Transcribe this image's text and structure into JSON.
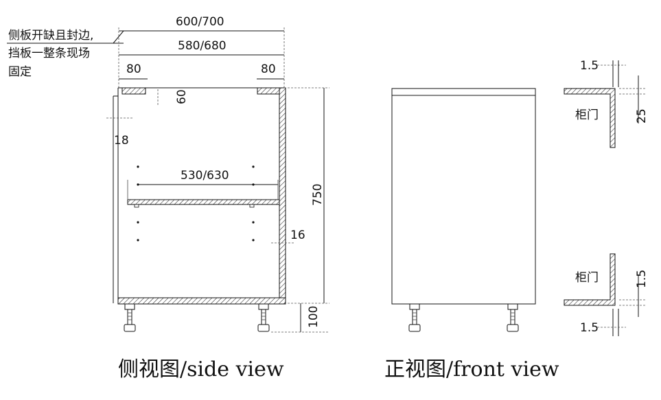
{
  "side_view": {
    "note": [
      "侧板开缺且封边,",
      "挡板一整条现场",
      "固定"
    ],
    "dim_total_width": "600/700",
    "dim_inner_width": "580/680",
    "dim_left_80": "80",
    "dim_right_80": "80",
    "dim_60": "60",
    "dim_18": "18",
    "dim_shelf": "530/630",
    "dim_height": "750",
    "dim_16": "16",
    "dim_leg": "100",
    "caption": "侧视图/side view"
  },
  "front_view": {
    "caption": "正视图/front view"
  },
  "door_detail": {
    "top_door_label": "柜门",
    "bottom_door_label": "柜门",
    "dim_top_15": "1.5",
    "dim_25": "25",
    "dim_right_15": "1.5",
    "dim_bottom_15": "1.5"
  }
}
